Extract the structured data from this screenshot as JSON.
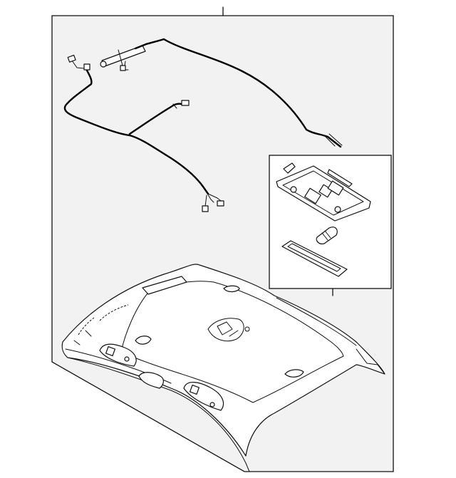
{
  "diagram": {
    "type": "exploded-parts-illustration",
    "assemblies": [
      {
        "name": "headliner"
      },
      {
        "name": "roof-wiring-harness"
      },
      {
        "name": "dome-lamp-assembly",
        "inset": true,
        "components": [
          "lamp-housing",
          "bulb",
          "lens"
        ]
      }
    ],
    "callout_labels": []
  }
}
